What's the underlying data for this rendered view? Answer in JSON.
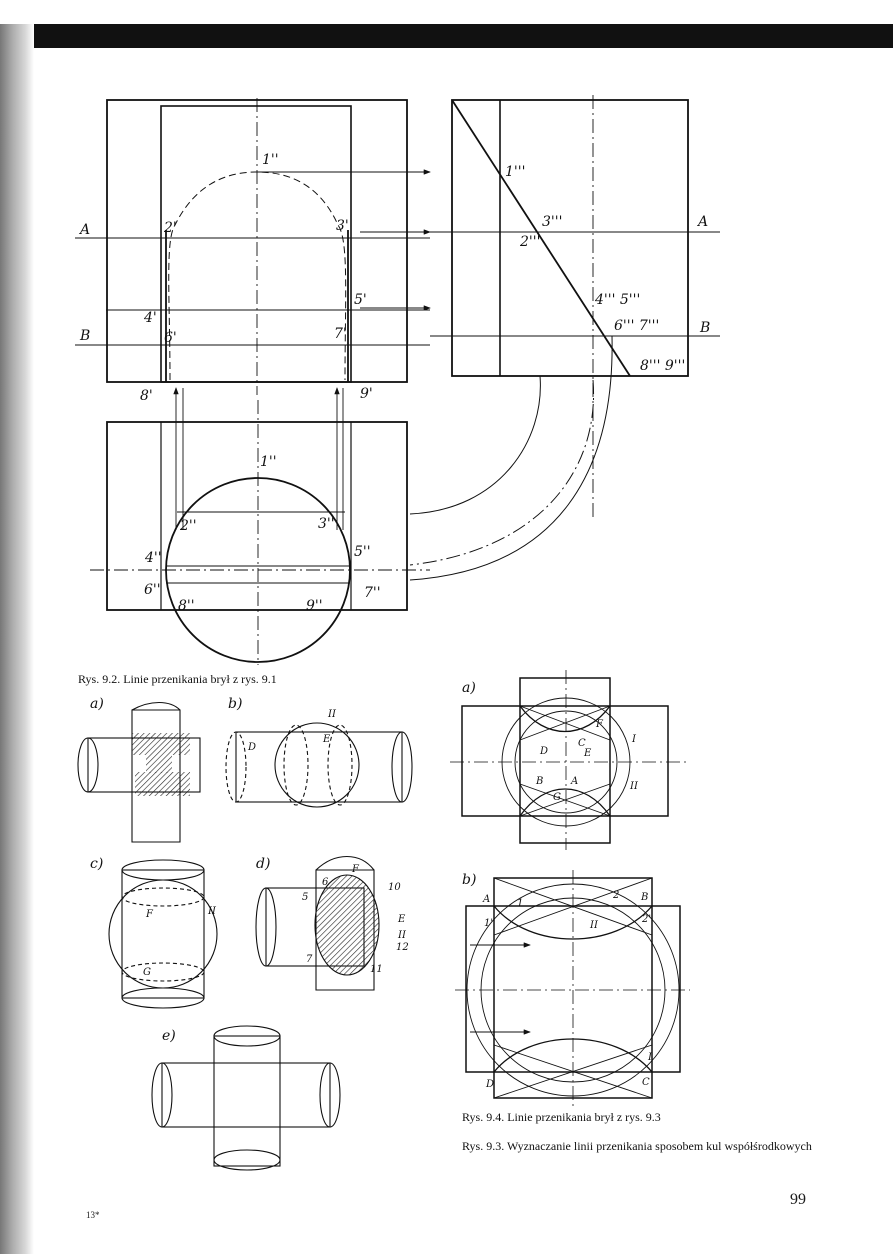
{
  "page": {
    "page_number": "99",
    "signature_mark": "13*"
  },
  "captions": {
    "fig_9_2": "Rys. 9.2. Linie przenikania brył z rys. 9.1",
    "fig_9_4": "Rys. 9.4. Linie przenikania brył z rys. 9.3",
    "fig_9_3": "Rys. 9.3. Wyznaczanie linii przenikania sposobem kul współśrodkowych"
  },
  "figure_9_2": {
    "plane_labels": [
      "A",
      "B"
    ],
    "front_view_points": [
      "1''",
      "2'",
      "3'",
      "4'",
      "5'",
      "6'",
      "7'",
      "8'",
      "9'"
    ],
    "side_view_points": [
      "1'''",
      "2'''",
      "3'''",
      "4''' 5'''",
      "6''' 7'''",
      "8''' 9'''"
    ],
    "top_view_points": [
      "1''",
      "2''",
      "3''",
      "4''",
      "5''",
      "6''",
      "7''",
      "8''",
      "9''"
    ]
  },
  "figure_9_4": {
    "panel_labels": [
      "a)",
      "b)",
      "c)",
      "d)",
      "e)"
    ],
    "b_labels": [
      "II",
      "D",
      "E"
    ],
    "c_labels": [
      "F",
      "G",
      "II"
    ],
    "d_labels": [
      "F",
      "5",
      "6",
      "7",
      "10",
      "11",
      "12",
      "E",
      "II"
    ]
  },
  "figure_9_3": {
    "panel_labels": [
      "a)",
      "b)"
    ],
    "a_labels": [
      "F",
      "D",
      "C",
      "E",
      "B",
      "A",
      "G",
      "I",
      "II"
    ],
    "b_labels": [
      "A",
      "B",
      "C",
      "D",
      "1",
      "1'",
      "2",
      "2'",
      "II",
      "I"
    ]
  }
}
